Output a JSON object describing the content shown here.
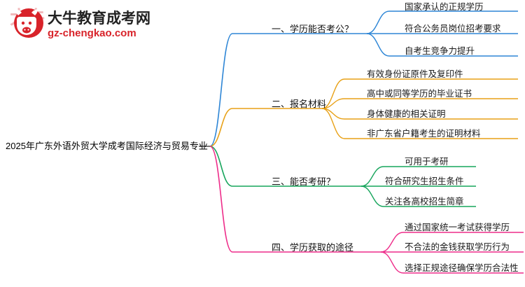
{
  "logo": {
    "brand_cn": "大牛教育成考网",
    "brand_url": "gz-chengkao.com",
    "mark_text": "大牛",
    "colors": {
      "red": "#d8232a",
      "dark": "#222222"
    }
  },
  "mindmap": {
    "root": "2025年广东外语外贸大学成考国际经济与贸易专业",
    "branches": [
      {
        "label": "一、学历能否考公？",
        "color": "#2e86d6",
        "children": [
          "国家承认的正规学历",
          "符合公务员岗位招考要求",
          "自考生竞争力提升"
        ]
      },
      {
        "label": "二、报名材料",
        "color": "#e8a117",
        "children": [
          "有效身份证原件及复印件",
          "高中或同等学历的毕业证书",
          "身体健康的相关证明",
          "非广东省户籍考生的证明材料"
        ]
      },
      {
        "label": "三、能否考研？",
        "color": "#17a55c",
        "children": [
          "可用于考研",
          "符合研究生招生条件",
          "关注各高校招生简章"
        ]
      },
      {
        "label": "四、学历获取的途径",
        "color": "#ee2d8a",
        "children": [
          "通过国家统一考试获得学历",
          "不合法的金钱获取学历行为",
          "选择正规途径确保学历合法性"
        ]
      }
    ]
  }
}
